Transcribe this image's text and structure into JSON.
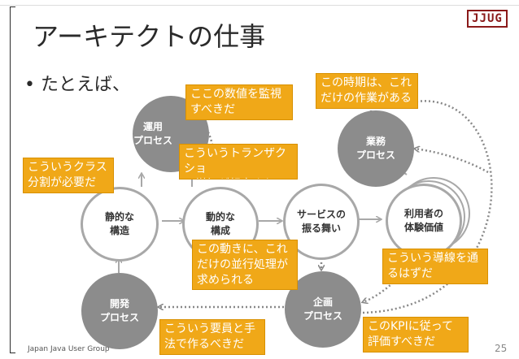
{
  "slide": {
    "title": "アーキテクトの仕事",
    "bullet": "• たとえば、",
    "logo": "JJUG",
    "footer": "Japan Java User Group",
    "page_number": "25"
  },
  "nodes": {
    "static_structure": "静的な\n構造",
    "dynamic_structure": "動的な\n構成",
    "service_behavior": "サービスの\n振る舞い",
    "user_value": "利用者の\n体験価値",
    "operations": "運用\nプロセス",
    "business": "業務\nプロセス",
    "development": "開発\nプロセス",
    "planning": "企画\nプロセス"
  },
  "callouts": {
    "monitor": "ここの数値を監視\nすべきだ",
    "timing": "この時期は、これ\nだけの作業がある",
    "class_split": "こういうクラス\n分割が必要だ",
    "transactions": "こういうトランザクショ\nン増加が想定される",
    "parallel": "この動きに、これ\nだけの並行処理が\n求められる",
    "flow": "こういう導線を通\nるはずだ",
    "requirements": "こういう要員と手\n法で作るべきだ",
    "kpi": "このKPIに従って\n評価すべきだ"
  },
  "colors": {
    "callout": "#f0a818",
    "gray_node": "#8c8c8c",
    "arrow": "#a8a8a8",
    "logo": "#8b1a1a"
  }
}
